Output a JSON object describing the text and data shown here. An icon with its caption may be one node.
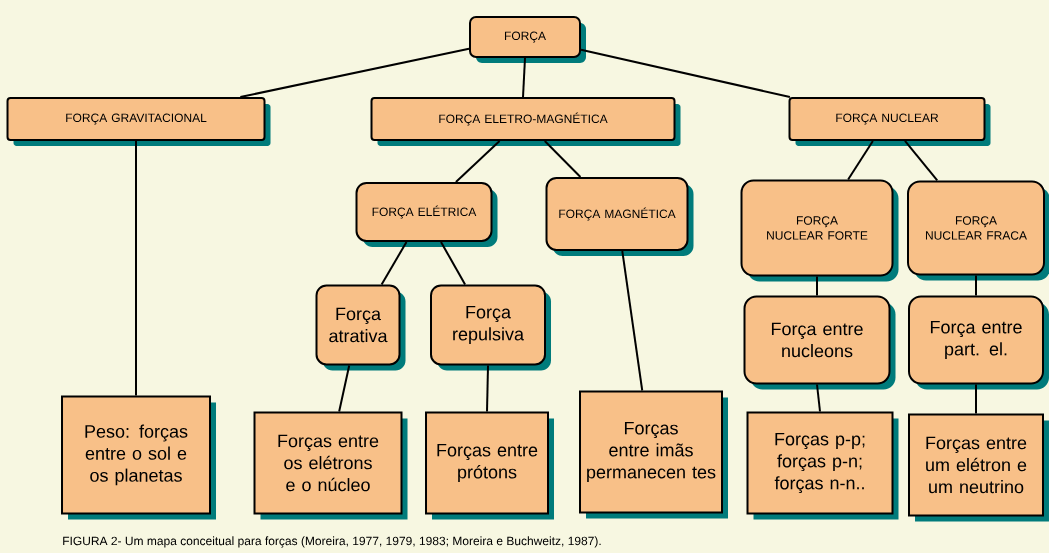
{
  "diagram": {
    "caption": "FIGURA 2- Um mapa conceitual para forças (Moreira, 1977, 1979, 1983; Moreira e Buchweitz, 1987).",
    "nodes": [
      {
        "text": [
          "FORÇA"
        ]
      },
      {
        "text": [
          "FORÇA GRAVITACIONAL"
        ]
      },
      {
        "text": [
          "FORÇA ELETRO-MAGNÉTICA"
        ]
      },
      {
        "text": [
          "FORÇA NUCLEAR"
        ]
      },
      {
        "text": [
          "FORÇA ELÉTRICA"
        ]
      },
      {
        "text": [
          "FORÇA MAGNÉTICA"
        ]
      },
      {
        "text": [
          "FORÇA NUCLEAR FORTE"
        ]
      },
      {
        "text": [
          "FORÇA NUCLEAR FRACA"
        ]
      },
      {
        "text": [
          "Força atrativa"
        ]
      },
      {
        "text": [
          "Força repulsiva"
        ]
      },
      {
        "text": [
          "Força entre nucleons"
        ]
      },
      {
        "text": [
          "Força entre part. el."
        ]
      },
      {
        "text": [
          "Peso: forças entre o sol e os planetas"
        ]
      },
      {
        "text": [
          "Forças entre os elétrons e o núcleo"
        ]
      },
      {
        "text": [
          "Forças entre prótons"
        ]
      },
      {
        "text": [
          "Forças entre imãs permanecen tes"
        ]
      },
      {
        "text": [
          "Forças p-p; forças p-n; forças n-n.."
        ]
      },
      {
        "text": [
          "Forças entre um elétron e um neutrino"
        ]
      }
    ],
    "edges": [
      {
        "from": 0,
        "to": 1,
        "arrow": "none"
      },
      {
        "from": 0,
        "to": 2,
        "arrow": "none"
      },
      {
        "from": 0,
        "to": 3,
        "arrow": "none"
      },
      {
        "from": 1,
        "to": 12,
        "arrow": "none"
      },
      {
        "from": 2,
        "to": 4,
        "arrow": "none"
      },
      {
        "from": 2,
        "to": 5,
        "arrow": "none"
      },
      {
        "from": 3,
        "to": 6,
        "arrow": "none"
      },
      {
        "from": 3,
        "to": 7,
        "arrow": "none"
      },
      {
        "from": 4,
        "to": 8,
        "arrow": "none"
      },
      {
        "from": 4,
        "to": 9,
        "arrow": "none"
      },
      {
        "from": 8,
        "to": 13,
        "arrow": "none"
      },
      {
        "from": 9,
        "to": 14,
        "arrow": "none"
      },
      {
        "from": 5,
        "to": 15,
        "arrow": "none"
      },
      {
        "from": 6,
        "to": 10,
        "arrow": "none"
      },
      {
        "from": 7,
        "to": 11,
        "arrow": "none"
      },
      {
        "from": 10,
        "to": 16,
        "arrow": "none"
      },
      {
        "from": 11,
        "to": 17,
        "arrow": "none"
      }
    ]
  }
}
